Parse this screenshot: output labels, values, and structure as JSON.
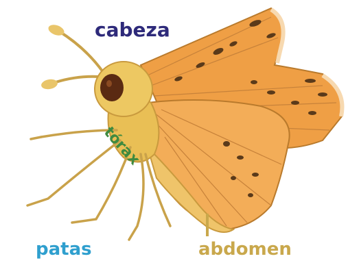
{
  "labels": {
    "cabeza": "cabeza",
    "torax": "tórax",
    "patas": "patas",
    "abdomen": "abdomen"
  },
  "colors": {
    "cabeza": "#2e2a7a",
    "torax": "#3f8a3f",
    "patas": "#2f9fce",
    "abdomen": "#c9a84c",
    "wing": "#f0a24a",
    "wing_light": "#f6c585",
    "wing_spots": "#5a3a1a",
    "body": "#e8c05a",
    "eye": "#5a2a12"
  },
  "icons": {
    "subject": "butterfly-illustration"
  }
}
